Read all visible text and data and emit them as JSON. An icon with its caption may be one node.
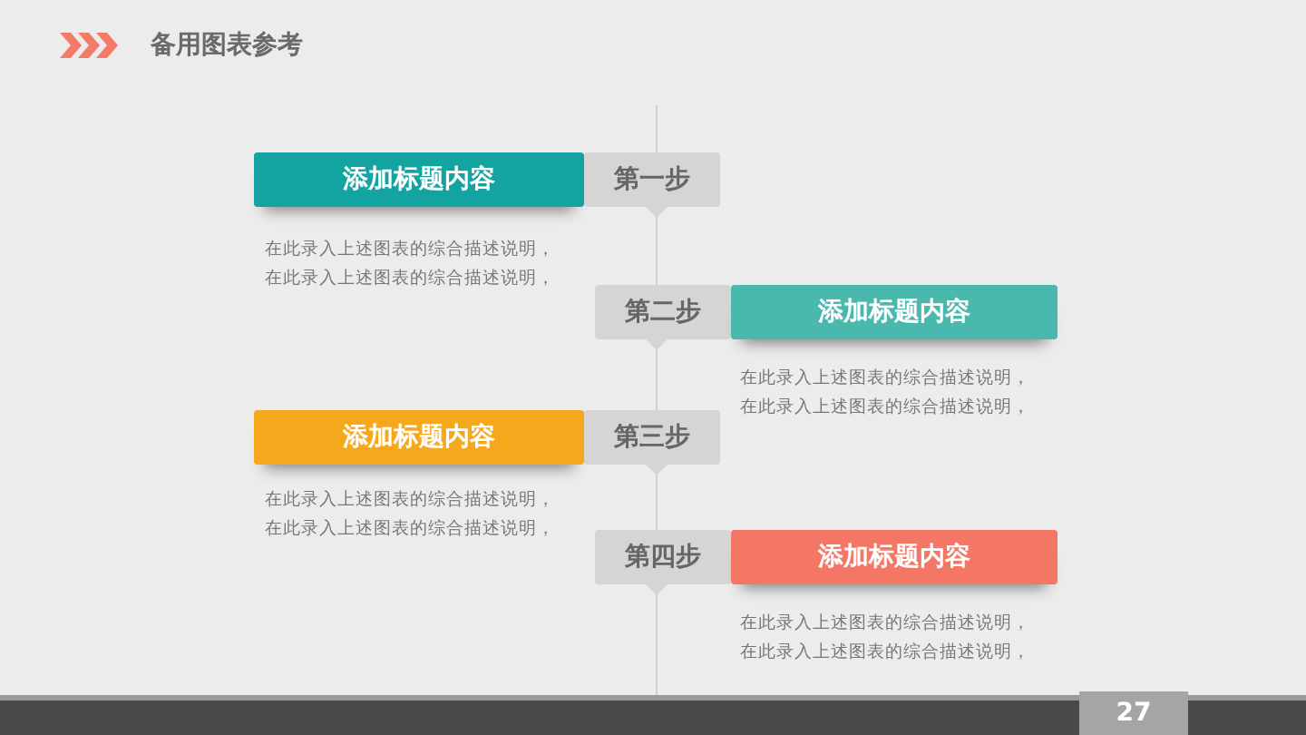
{
  "diagram": {
    "title": "备用图表参考",
    "nodes": [
      {
        "text": [
          "添加标题内容"
        ],
        "beside": [
          "在此录入上述图表的综合描述说明，",
          "在此录入上述图表的综合描述说明，"
        ]
      },
      {
        "text": [
          "第一步"
        ]
      },
      {
        "text": [
          "第二步"
        ]
      },
      {
        "text": [
          "添加标题内容"
        ],
        "beside": [
          "在此录入上述图表的综合描述说明，",
          "在此录入上述图表的综合描述说明，"
        ]
      },
      {
        "text": [
          "添加标题内容"
        ],
        "beside": [
          "在此录入上述图表的综合描述说明，",
          "在此录入上述图表的综合描述说明，"
        ]
      },
      {
        "text": [
          "第三步"
        ]
      },
      {
        "text": [
          "第四步"
        ]
      },
      {
        "text": [
          "添加标题内容"
        ],
        "beside": [
          "在此录入上述图表的综合描述说明，",
          "在此录入上述图表的综合描述说明，"
        ]
      }
    ],
    "labels": [
      "27"
    ]
  }
}
